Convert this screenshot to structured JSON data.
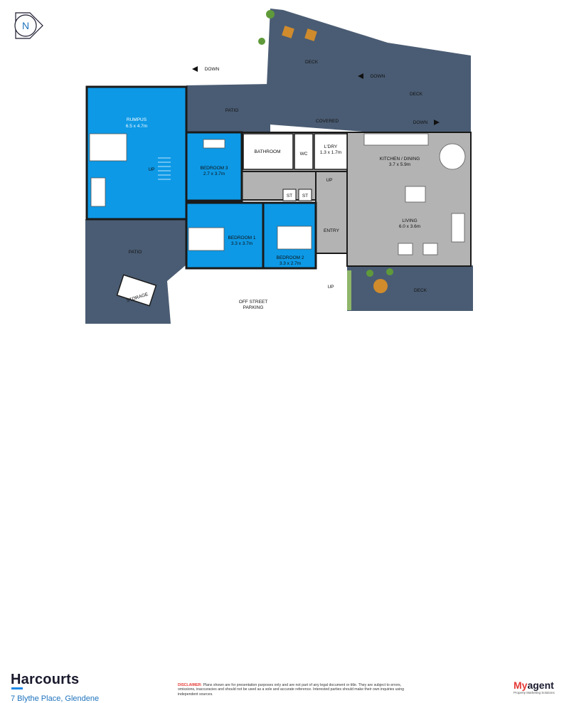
{
  "colors": {
    "deck": "#4a5c73",
    "interior": "#b3b3b3",
    "bedroom": "#0d99e6",
    "wall": "#1a1a1a",
    "text_blue": "#1e73be",
    "brand_red": "#e53935"
  },
  "compass": {
    "label": "N",
    "icon": "north-arrow-icon"
  },
  "rooms": {
    "rumpus_name": "RUMPUS",
    "rumpus_size": "6.5 x 4.7m",
    "bed3_name": "BEDROOM 3",
    "bed3_size": "2.7 x 3.7m",
    "bed1_name": "BEDROOM 1",
    "bed1_size": "3.3 x 3.7m",
    "bed2_name": "BEDROOM 2",
    "bed2_size": "3.3 x 2.7m",
    "bathroom": "BATHROOM",
    "wc": "WC",
    "laundry_name": "L'DRY",
    "laundry_size": "1.3 x 1.7m",
    "kitchen_name": "KITCHEN / DINING",
    "kitchen_size": "3.7 x 5.9m",
    "living_name": "LIVING",
    "living_size": "6.0 x 3.6m",
    "entry": "ENTRY",
    "st1": "ST",
    "st2": "ST"
  },
  "outdoor": {
    "deck_top": "DECK",
    "deck_right": "DECK",
    "deck_bottom": "DECK",
    "patio_top": "PATIO",
    "patio_left": "PATIO",
    "covered": "COVERED",
    "storage": "STORAGE",
    "parking_line1": "OFF STREET",
    "parking_line2": "PARKING"
  },
  "stairs": {
    "down_left": "DOWN",
    "down_mid": "DOWN",
    "down_right": "DOWN",
    "up_rumpus": "UP",
    "up_hall": "UP",
    "up_entry": "UP"
  },
  "footer": {
    "brand": "Harcourts",
    "address": "7 Blythe Place, Glendene",
    "disclaimer_label": "DISCLAIMER:",
    "disclaimer_text": "Plans shown are for presentation purposes only and are not part of any legal document or title. They are subject to errors, omissions, inaccuracies and should not be used as a sole and accurate reference. Interested parties should make their own inquiries using independent sources.",
    "myagent_my": "My",
    "myagent_agent": "agent",
    "myagent_tagline": "Property Marketing Solutions"
  }
}
